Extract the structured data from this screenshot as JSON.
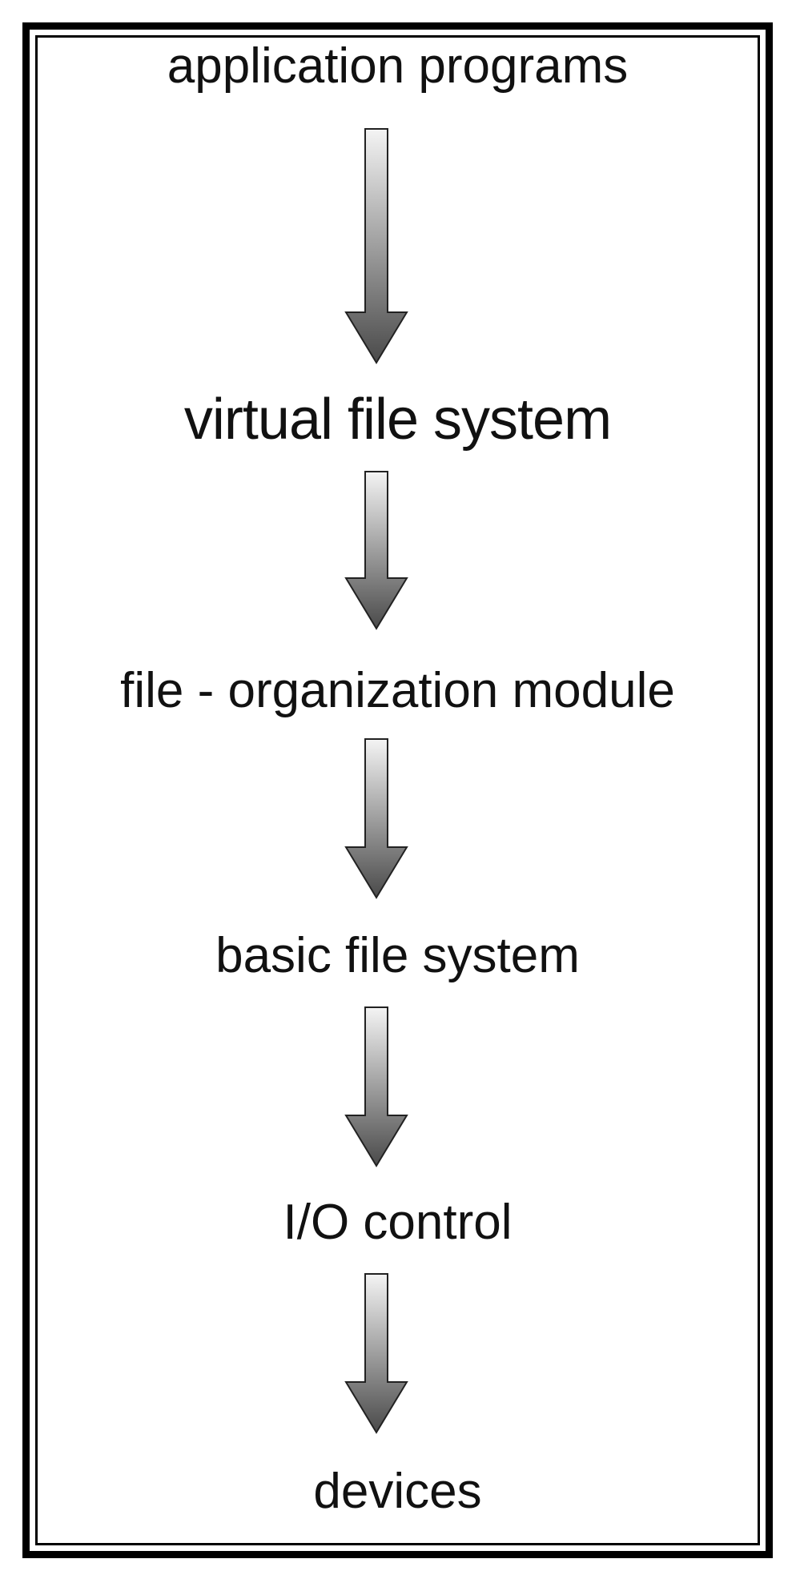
{
  "layers": [
    {
      "label": "application programs"
    },
    {
      "label": "virtual file system"
    },
    {
      "label": "file - organization module"
    },
    {
      "label": "basic file system"
    },
    {
      "label": "I/O control"
    },
    {
      "label": "devices"
    }
  ],
  "colors": {
    "border": "#000000",
    "text": "#111111",
    "arrow_gradient_top": "#f4f4f4",
    "arrow_gradient_bottom": "#4a4a4a",
    "arrow_stroke": "#222222"
  },
  "icons": [
    "down-arrow-icon"
  ]
}
